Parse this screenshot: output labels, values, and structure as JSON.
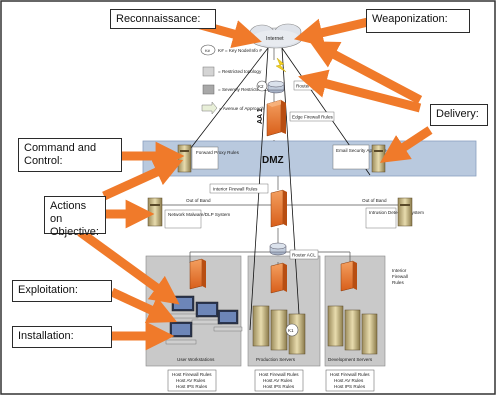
{
  "callouts": {
    "reconnaissance": "Reconnaissance:",
    "weaponization": "Weaponization:",
    "delivery": "Delivery:",
    "command_control": "Command and Control:",
    "actions": "Actions on Objective:",
    "exploitation": "Exploitation:",
    "installation": "Installation:"
  },
  "legend": {
    "key_node": "K# = Key Node/Info #",
    "restricted": "= Restricted topology",
    "severely_restricted": "= Severely Restricted Topology",
    "avenue": "= Avenue of Approach"
  },
  "labels": {
    "internet": "Internet",
    "k2": "K2",
    "router_acl_top": "Router ACL",
    "edge_firewall": "Edge Firewall Rules",
    "aa1": "AA 1",
    "dmz": "DMZ",
    "forward_proxy": "Forward Proxy Rules",
    "email_security": "Email Security Appliance Rules",
    "interior_firewall_top": "Interior Firewall Rules",
    "out_of_band_left": "Out of Band",
    "out_of_band_right": "Out of Band",
    "network_malware": "Network Malware/DLP System",
    "intrusion_detection": "Intrusion Detection System",
    "router_acl_mid": "Router ACL",
    "interior_firewall_right": "Interior Firewall Rules",
    "k1": "K1",
    "user_workstations": "User Workstations",
    "production_servers": "Production Servers",
    "development_servers": "Development Servers",
    "host_rules_1": [
      "Host Firewall Rules",
      "Host AV Rules",
      "Host IPS Rules"
    ],
    "host_rules_2": [
      "Host Firewall Rules",
      "Host AV Rules",
      "Host IPS Rules"
    ],
    "host_rules_3": [
      "Host Firewall Rules",
      "Host AV Rules",
      "Host IPS Rules"
    ]
  },
  "colors": {
    "arrow": "#f07a2a",
    "zone": "#c9c9c9",
    "dmz_band": "#b9c9de",
    "firewall": "#e8742a"
  }
}
